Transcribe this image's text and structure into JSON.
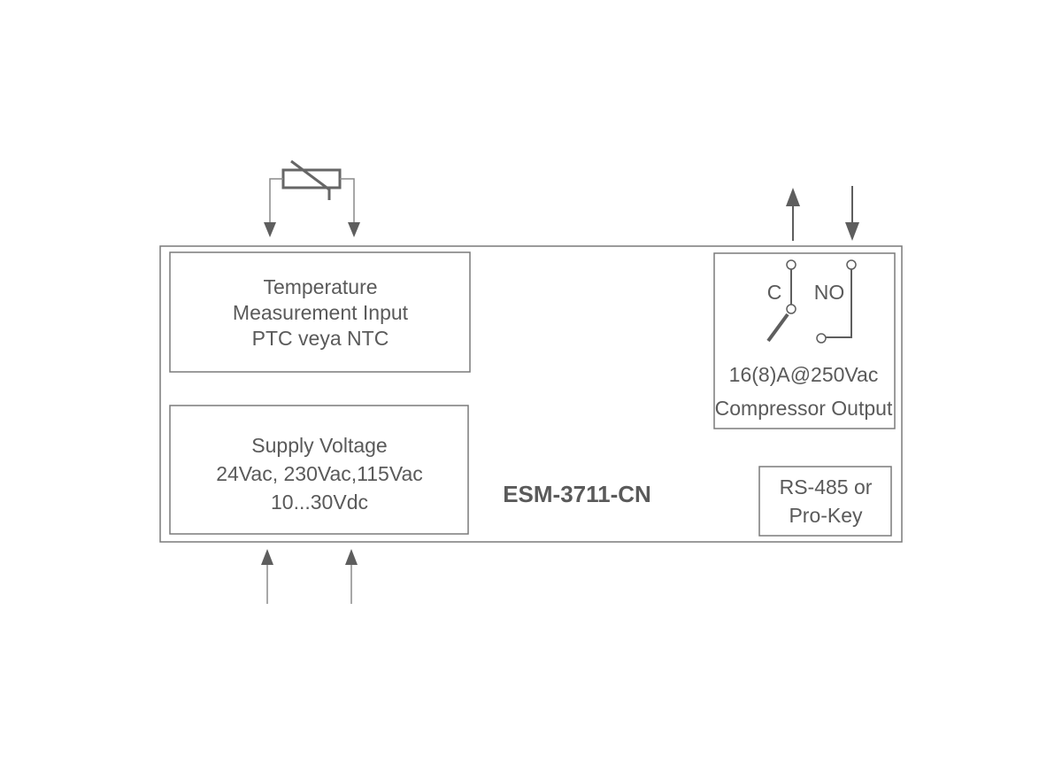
{
  "device": {
    "model": "ESM-3711-CN"
  },
  "temperature_block": {
    "lines": [
      "Temperature",
      "Measurement Input",
      "PTC veya NTC"
    ]
  },
  "supply_block": {
    "lines": [
      "Supply Voltage",
      "24Vac, 230Vac,115Vac",
      "10...30Vdc"
    ]
  },
  "relay_block": {
    "terminal_c": "C",
    "terminal_no": "NO",
    "lines": [
      "16(8)A@250Vac",
      "Compressor Output"
    ]
  },
  "comm_block": {
    "lines": [
      "RS-485 or",
      "Pro-Key"
    ]
  },
  "colors": {
    "stroke": "#7a7a7a",
    "text": "#5a5a5a"
  }
}
